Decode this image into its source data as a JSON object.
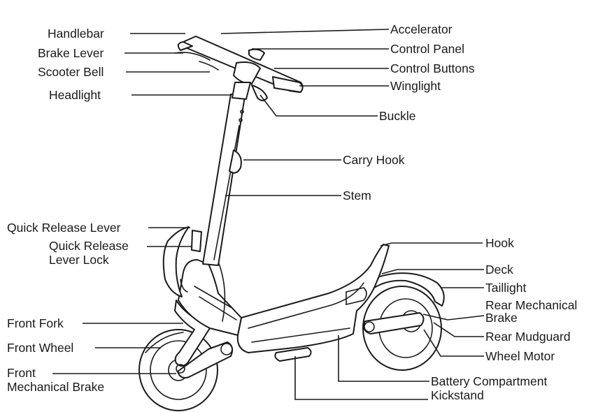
{
  "diagram": {
    "labels": {
      "handlebar": "Handlebar",
      "brake_lever": "Brake Lever",
      "scooter_bell": "Scooter Bell",
      "headlight": "Headlight",
      "accelerator": "Accelerator",
      "control_panel": "Control Panel",
      "control_buttons": "Control Buttons",
      "winglight": "Winglight",
      "buckle": "Buckle",
      "carry_hook": "Carry Hook",
      "stem": "Stem",
      "quick_release_lever": "Quick Release Lever",
      "quick_release_lever_lock_1": "Quick Release",
      "quick_release_lever_lock_2": "Lever Lock",
      "hook": "Hook",
      "deck": "Deck",
      "taillight": "Taillight",
      "rear_mech_brake_1": "Rear Mechanical",
      "rear_mech_brake_2": "Brake",
      "rear_mudguard": "Rear Mudguard",
      "wheel_motor": "Wheel Motor",
      "battery_compartment": "Battery Compartment",
      "kickstand": "Kickstand",
      "front_fork": "Front Fork",
      "front_wheel": "Front Wheel",
      "front_mech_brake_1": "Front",
      "front_mech_brake_2": "Mechanical Brake"
    }
  }
}
